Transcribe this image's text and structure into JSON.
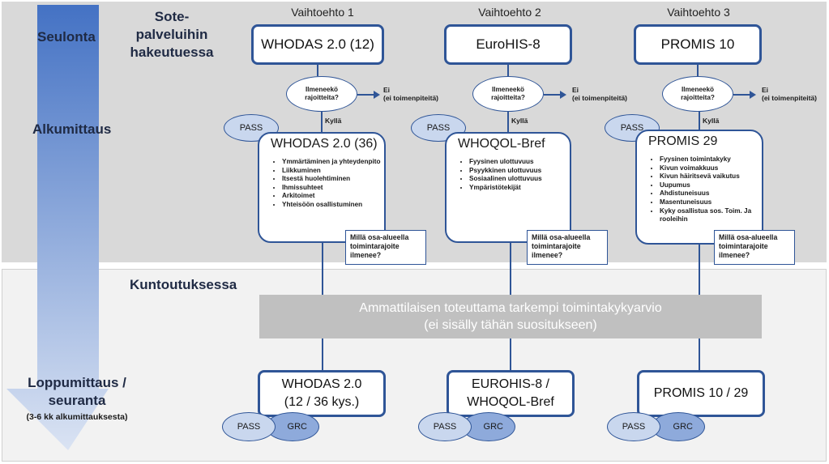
{
  "phases": {
    "screening": "Seulonta",
    "screening_context": [
      "Sote-",
      "palveluihin",
      "hakeutuessa"
    ],
    "baseline": "Alkumittaus",
    "rehab": "Kuntoutuksessa",
    "final": [
      "Loppumittaus /",
      "seuranta"
    ],
    "final_note": "(3-6 kk alkumittauksesta)"
  },
  "options": [
    {
      "label": "Vaihtoehto 1",
      "screen_tool": "WHODAS 2.0 (12)",
      "question": [
        "Ilmeneekö",
        "rajoitteita?"
      ],
      "no_label": [
        "Ei",
        "(ei toimenpiteitä)"
      ],
      "yes_label": "Kyllä",
      "pass": "PASS",
      "baseline_tool": "WHODAS 2.0 (36)",
      "domains": [
        "Ymmärtäminen ja yhteydenpito",
        "Liikkuminen",
        "Itsestä huolehtiminen",
        "Ihmissuhteet",
        "Arkitoimet",
        "Yhteisöön osallistuminen"
      ],
      "subdomain_question": [
        "Millä osa-alueella",
        "toimintarajoite",
        "ilmenee?"
      ],
      "final_tool": [
        "WHODAS 2.0",
        "(12 / 36 kys.)"
      ],
      "final_pass": "PASS",
      "final_grc": "GRC"
    },
    {
      "label": "Vaihtoehto 2",
      "screen_tool": "EuroHIS-8",
      "question": [
        "Ilmeneekö",
        "rajoitteita?"
      ],
      "no_label": [
        "Ei",
        "(ei toimenpiteitä)"
      ],
      "yes_label": "Kyllä",
      "pass": "PASS",
      "baseline_tool": "WHOQOL-Bref",
      "domains": [
        "Fyysinen ulottuvuus",
        "Psyykkinen ulottuvuus",
        "Sosiaalinen ulottuvuus",
        "Ympäristötekijät"
      ],
      "subdomain_question": [
        "Millä osa-alueella",
        "toimintarajoite",
        "ilmenee?"
      ],
      "final_tool": [
        "EUROHIS-8 /",
        "WHOQOL-Bref"
      ],
      "final_pass": "PASS",
      "final_grc": "GRC"
    },
    {
      "label": "Vaihtoehto 3",
      "screen_tool": "PROMIS 10",
      "question": [
        "Ilmeneekö",
        "rajoitteita?"
      ],
      "no_label": [
        "Ei",
        "(ei toimenpiteitä)"
      ],
      "yes_label": "Kyllä",
      "pass": "PASS",
      "baseline_tool": "PROMIS 29",
      "domains": [
        "Fyysinen toimintakyky",
        "Kivun voimakkuus",
        "Kivun häiritsevä vaikutus",
        "Uupumus",
        "Ahdistuneisuus",
        "Masentuneisuus",
        "Kyky osallistua sos. Toim. Ja rooleihin"
      ],
      "subdomain_question": [
        "Millä osa-alueella",
        "toimintarajoite",
        "ilmenee?"
      ],
      "final_tool": [
        "PROMIS 10 / 29"
      ],
      "final_pass": "PASS",
      "final_grc": "GRC"
    }
  ],
  "assessment": [
    "Ammattilaisen toteuttama tarkempi toimintakykyarvio",
    "(ei sisälly tähän suositukseen)"
  ],
  "colors": {
    "arrow_top": "#4472c4",
    "arrow_bottom": "#dae3f3",
    "accent": "#2f5597",
    "pass_fill": "#c9d7ee",
    "grc_fill": "#8eaadb"
  }
}
